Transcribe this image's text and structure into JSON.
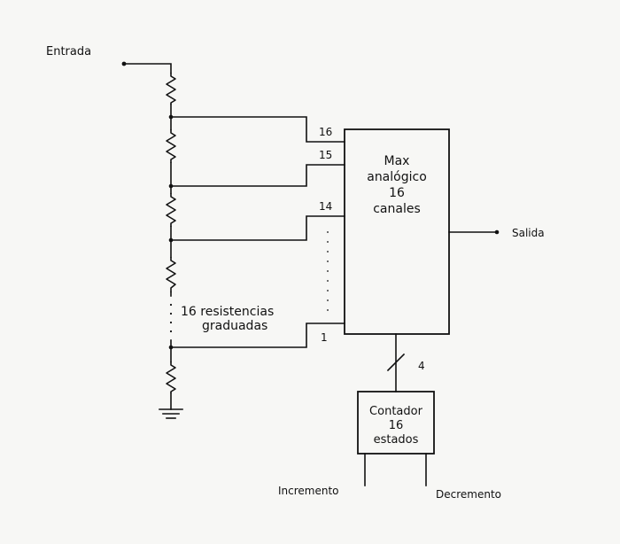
{
  "diagram": {
    "input_label": "Entrada",
    "output_label": "Salida",
    "resistor_label_line1": "16 resistencias",
    "resistor_label_line2": "graduadas",
    "mux": {
      "line1": "Max",
      "line2": "analógico",
      "line3": "16",
      "line4": "canales"
    },
    "counter": {
      "line1": "Contador",
      "line2": "16",
      "line3": "estados"
    },
    "channel_labels": [
      "16",
      "15",
      "14",
      "1"
    ],
    "bus_width": "4",
    "increment_label": "Incremento",
    "decrement_label": "Decremento",
    "colors": {
      "ink": "#111111",
      "paper": "#f7f7f5"
    }
  }
}
